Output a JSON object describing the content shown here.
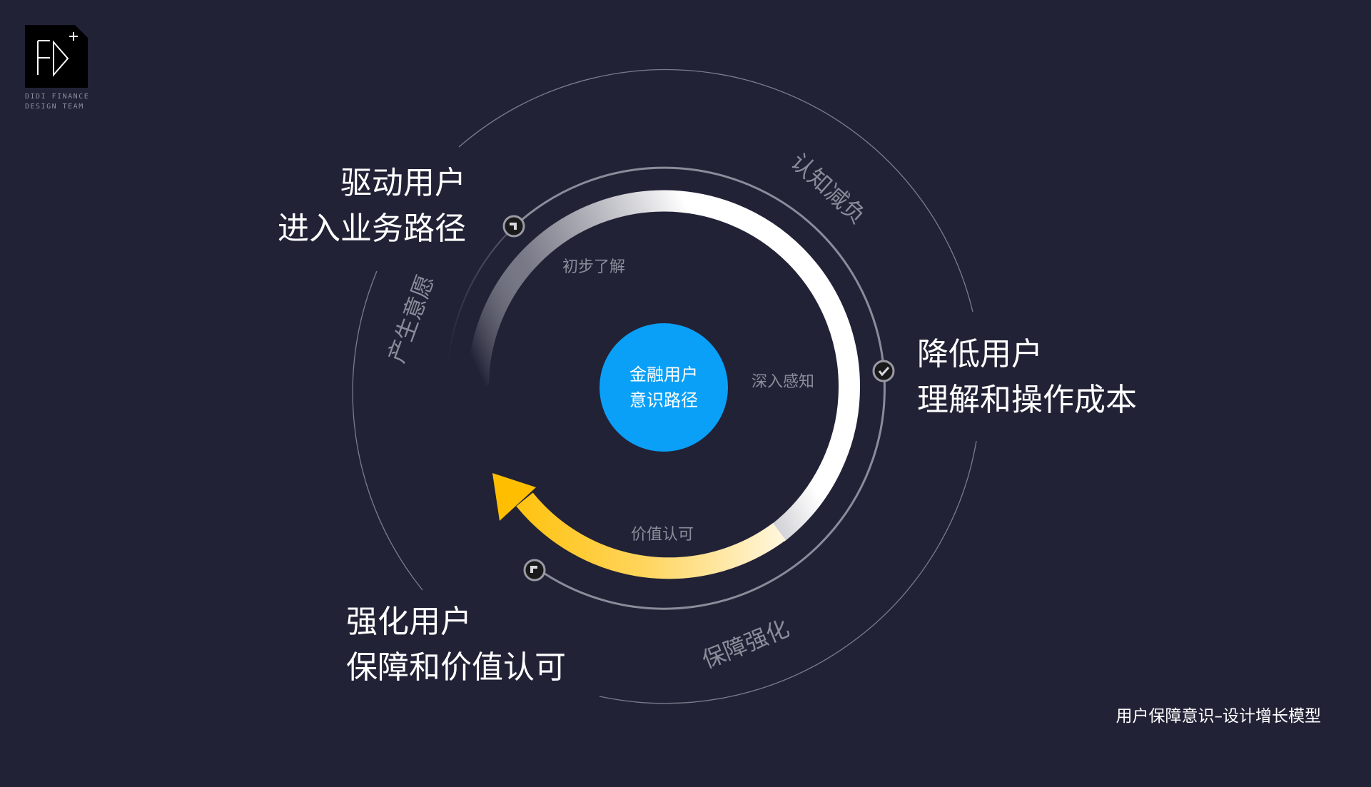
{
  "logo": {
    "icon": "fd-plus-logo",
    "line1": "DIDI FINANCE",
    "line2": "DESIGN TEAM"
  },
  "center": {
    "line1": "金融用户",
    "line2": "意识路径",
    "color": "#0AA0F7"
  },
  "stages": {
    "initial": "初步了解",
    "deep": "深入感知",
    "value": "价值认可"
  },
  "ring_labels": {
    "willingness": "产生意愿",
    "cognitive": "认知减负",
    "assurance": "保障强化"
  },
  "callouts": {
    "drive": {
      "line1": "驱动用户",
      "line2": "进入业务路径"
    },
    "reduce": {
      "line1": "降低用户",
      "line2": "理解和操作成本"
    },
    "strengthen": {
      "line1": "强化用户",
      "line2": "保障和价值认可"
    }
  },
  "nodes": [
    {
      "id": "node-start",
      "icon": "corner-top-right-icon"
    },
    {
      "id": "node-check",
      "icon": "check-icon"
    },
    {
      "id": "node-end",
      "icon": "corner-top-left-icon"
    }
  ],
  "colors": {
    "background": "#212236",
    "arrow_yellow": "#FFBF00",
    "ring_white": "#FFFFFF",
    "muted_text": "#8B8C99"
  },
  "footer": {
    "caption": "用户保障意识–设计增长模型"
  }
}
